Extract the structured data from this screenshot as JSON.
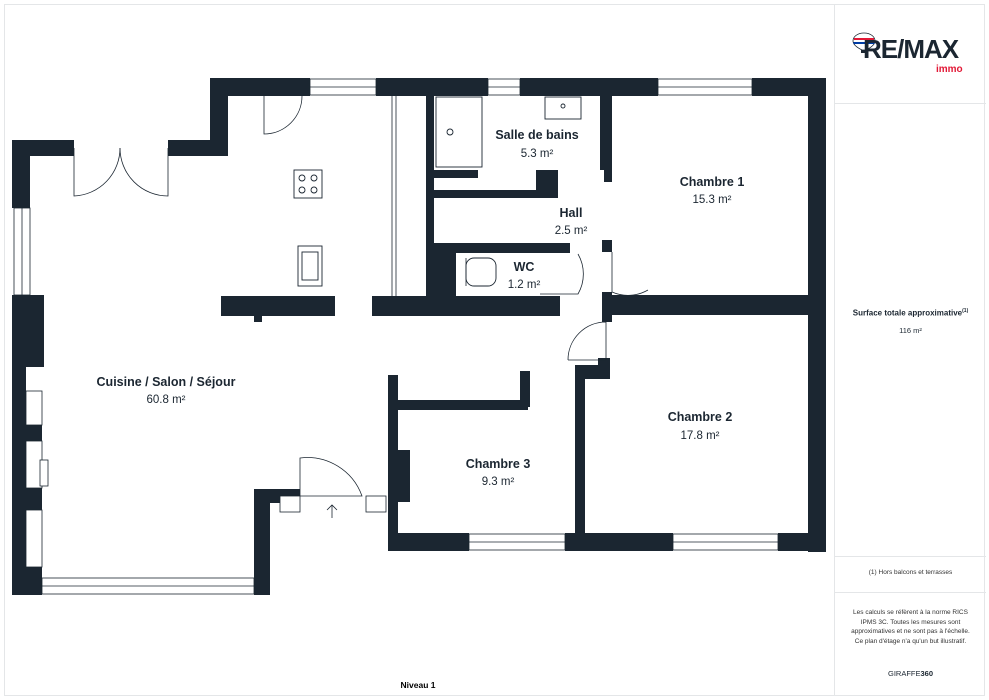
{
  "brand": {
    "logo_text": "RE/MAX",
    "logo_sub": "immo",
    "colors": {
      "red": "#e21836",
      "blue": "#003da5",
      "ink": "#1b2631"
    }
  },
  "summary": {
    "label": "Surface totale approximative",
    "footnote_mark": "(1)",
    "value": "116 m²"
  },
  "footnote": "(1) Hors balcons et terrasses",
  "disclaimer": "Les calculs se réfèrent à la norme RICS IPMS 3C. Toutes les mesures sont approximatives et ne sont pas à l'échelle. Ce plan d'étage n'a qu'un but illustratif.",
  "credit": {
    "prefix": "GIRAFFE",
    "suffix": "360"
  },
  "level": "Niveau 1",
  "rooms": [
    {
      "name": "Salle de bains",
      "area": "5.3 m²"
    },
    {
      "name": "Chambre 1",
      "area": "15.3 m²"
    },
    {
      "name": "Hall",
      "area": "2.5 m²"
    },
    {
      "name": "WC",
      "area": "1.2 m²"
    },
    {
      "name": "Cuisine / Salon / Séjour",
      "area": "60.8 m²"
    },
    {
      "name": "Chambre 2",
      "area": "17.8 m²"
    },
    {
      "name": "Chambre 3",
      "area": "9.3 m²"
    }
  ],
  "entrance_icon": "arrow-up-icon"
}
